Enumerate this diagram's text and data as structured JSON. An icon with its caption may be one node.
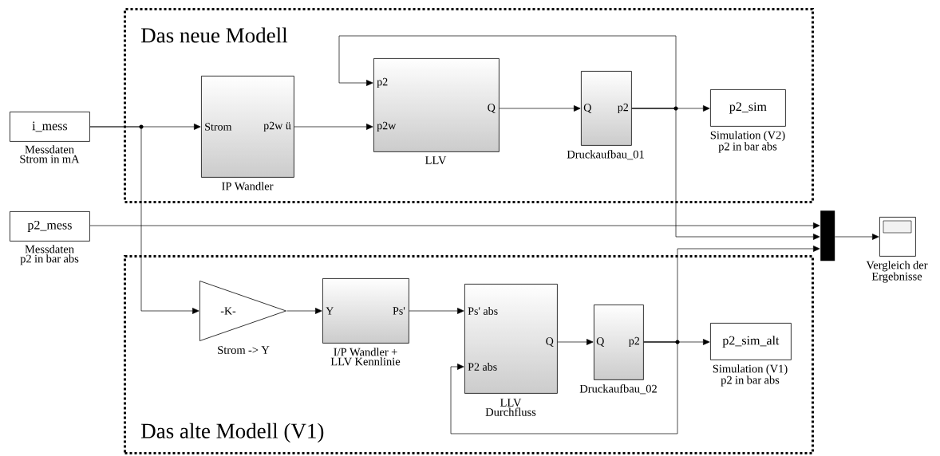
{
  "diagram": {
    "nodes": [
      {
        "text": [
          "Das neue Modell"
        ]
      },
      {
        "text": [
          "Das alte Modell (V1)"
        ]
      },
      {
        "text": [
          "i_mess"
        ],
        "beside": [
          "Messdaten Strom in mA"
        ]
      },
      {
        "text": [
          "p2_mess"
        ],
        "beside": [
          "Messdaten p2 in bar abs"
        ]
      },
      {
        "text": [
          "Strom",
          "p2w ü"
        ],
        "beside": [
          "IP Wandler"
        ],
        "in": 0
      },
      {
        "text": [
          "p2",
          "p2w",
          "Q"
        ],
        "beside": [
          "LLV"
        ],
        "in": 0
      },
      {
        "text": [
          "Q",
          "p2"
        ],
        "beside": [
          "Druckaufbau_01"
        ],
        "in": 0
      },
      {
        "text": [
          "p2_sim"
        ],
        "beside": [
          "Simulation (V2) p2 in bar abs"
        ],
        "in": 0
      },
      {
        "text": [
          "-K-"
        ],
        "beside": [
          "Strom -> Y"
        ],
        "in": 1
      },
      {
        "text": [
          "Y",
          "Ps'"
        ],
        "beside": [
          "I/P Wandler + LLV Kennlinie"
        ],
        "in": 1
      },
      {
        "text": [
          "Ps' abs",
          "P2 abs",
          "Q"
        ],
        "beside": [
          "LLV Durchfluss"
        ],
        "in": 1
      },
      {
        "text": [
          "Q",
          "p2"
        ],
        "beside": [
          "Druckaufbau_02"
        ],
        "in": 1
      },
      {
        "text": [
          "p2_sim_alt"
        ],
        "beside": [
          "Simulation (V1) p2 in bar abs"
        ],
        "in": 1
      },
      {
        "text": [],
        "shape": "bar"
      },
      {
        "text": [],
        "shape": "picture",
        "beside": [
          "Vergleich der Ergebnisse"
        ]
      }
    ],
    "edges": [
      {
        "from": 2,
        "to": 4,
        "arrow": "to"
      },
      {
        "from": 2,
        "to": 8,
        "arrow": "to"
      },
      {
        "from": 4,
        "to": 5,
        "arrow": "to"
      },
      {
        "from": 5,
        "to": 6,
        "arrow": "to"
      },
      {
        "from": 6,
        "to": 7,
        "arrow": "to"
      },
      {
        "from": 6,
        "to": 5,
        "arrow": "to"
      },
      {
        "from": 6,
        "to": 13,
        "arrow": "to"
      },
      {
        "from": 3,
        "to": 13,
        "arrow": "to"
      },
      {
        "from": 8,
        "to": 9,
        "arrow": "to"
      },
      {
        "from": 9,
        "to": 10,
        "arrow": "to"
      },
      {
        "from": 10,
        "to": 11,
        "arrow": "to"
      },
      {
        "from": 11,
        "to": 12,
        "arrow": "to"
      },
      {
        "from": 11,
        "to": 10,
        "arrow": "to"
      },
      {
        "from": 11,
        "to": 13,
        "arrow": "to"
      },
      {
        "from": 13,
        "to": 14,
        "arrow": "to"
      }
    ]
  }
}
